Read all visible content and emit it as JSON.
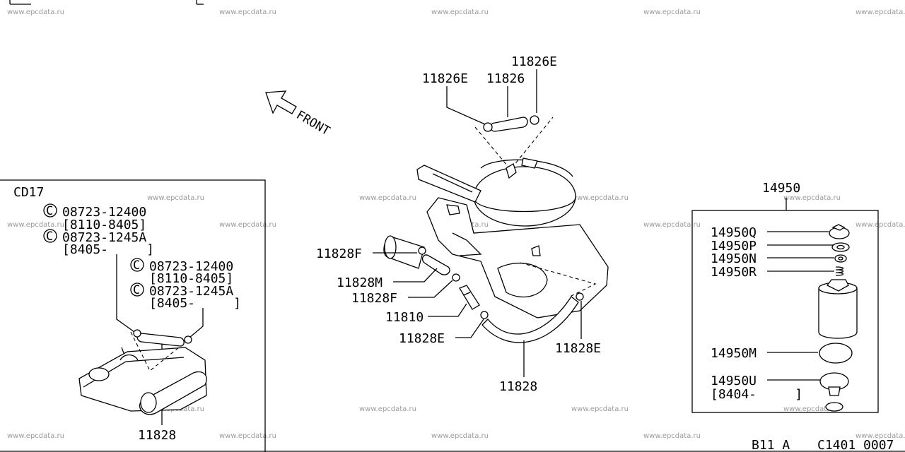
{
  "watermark": "www.epcdata.ru",
  "front_label": "FRONT",
  "inset": {
    "title": "CD17",
    "codes": [
      {
        "symbol": "C",
        "part": "08723-12400",
        "range": "[8110-8405]"
      },
      {
        "symbol": "C",
        "part": "08723-1245A",
        "range": "[8405-     ]"
      },
      {
        "symbol": "C",
        "part": "08723-12400",
        "range": "[8110-8405]"
      },
      {
        "symbol": "C",
        "part": "08723-1245A",
        "range": "[8405-     ]"
      }
    ],
    "hose_label": "11828"
  },
  "main_labels": {
    "hose_top_left_clip": "11826E",
    "hose_top": "11826",
    "hose_top_right_clip": "11826E",
    "clip_f_upper": "11828F",
    "hose_m": "11828M",
    "clip_f_lower": "11828F",
    "valve": "11810",
    "clip_e_left": "11828E",
    "hose_main": "11828",
    "clip_e_right": "11828E"
  },
  "filter_box": {
    "title": "14950",
    "parts": [
      {
        "code": "14950Q"
      },
      {
        "code": "14950P"
      },
      {
        "code": "14950N"
      },
      {
        "code": "14950R"
      },
      {
        "code": "14950M"
      },
      {
        "code": "14950U",
        "range": "[8404-     ]"
      }
    ]
  },
  "footer": {
    "model": "B11 A",
    "diagram_code": "C1401 0007"
  }
}
